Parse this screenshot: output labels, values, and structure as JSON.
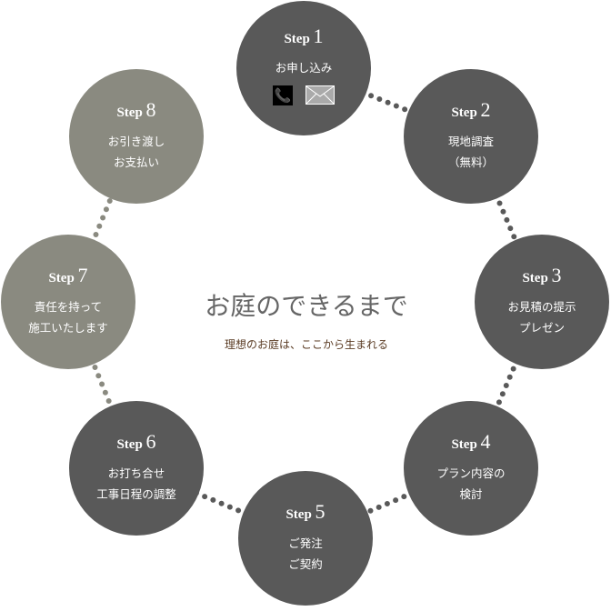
{
  "title": "お庭のできるまで",
  "subtitle": "理想のお庭は、ここから生まれる",
  "steps": [
    {
      "label": "Step",
      "num": "1",
      "lines": [
        "お申し込み"
      ],
      "color": "#595959",
      "icons": [
        "phone-icon",
        "mail-icon"
      ]
    },
    {
      "label": "Step",
      "num": "2",
      "lines": [
        "現地調査",
        "（無料）"
      ],
      "color": "#595959"
    },
    {
      "label": "Step",
      "num": "3",
      "lines": [
        "お見積の提示",
        "プレゼン"
      ],
      "color": "#595959"
    },
    {
      "label": "Step",
      "num": "4",
      "lines": [
        "プラン内容の",
        "検討"
      ],
      "color": "#595959"
    },
    {
      "label": "Step",
      "num": "5",
      "lines": [
        "ご発注",
        "ご契約"
      ],
      "color": "#595959"
    },
    {
      "label": "Step",
      "num": "6",
      "lines": [
        "お打ち合せ",
        "工事日程の調整"
      ],
      "color": "#595959"
    },
    {
      "label": "Step",
      "num": "7",
      "lines": [
        "責任を持って",
        "施工いたします"
      ],
      "color": "#8a8a80"
    },
    {
      "label": "Step",
      "num": "8",
      "lines": [
        "お引き渡し",
        "お支払い"
      ],
      "color": "#8a8a80"
    }
  ]
}
